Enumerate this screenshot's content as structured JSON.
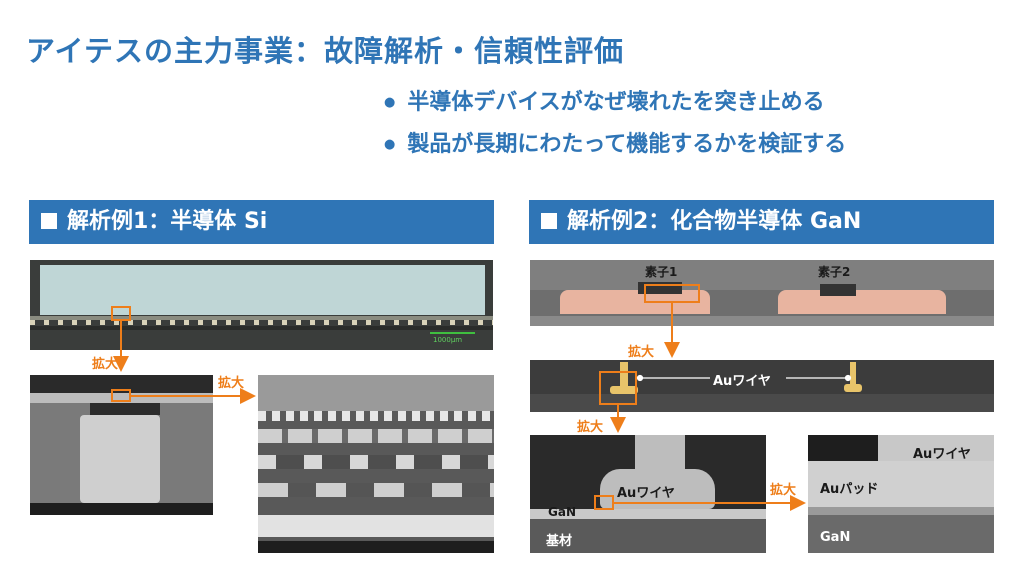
{
  "title": "アイテスの主力事業：故障解析・信頼性評価",
  "bullets": [
    "半導体デバイスがなぜ壊れたを突き止める",
    "製品が長期にわたって機能するかを検証する"
  ],
  "left": {
    "banner": "解析例1：半導体 Si",
    "scale_bar": "1000μm",
    "zoom_labels": [
      "拡大",
      "拡大"
    ]
  },
  "right": {
    "banner": "解析例2：化合物半導体 GaN",
    "element_labels": [
      "素子1",
      "素子2"
    ],
    "zoom_labels": [
      "拡大",
      "拡大",
      "拡大"
    ],
    "au_wire": "Auワイヤ",
    "gan": "GaN",
    "substrate": "基材",
    "au_pad": "Auパッド"
  },
  "colors": {
    "accent_blue": "#2f75b6",
    "highlight_orange": "#ee7e1a"
  }
}
